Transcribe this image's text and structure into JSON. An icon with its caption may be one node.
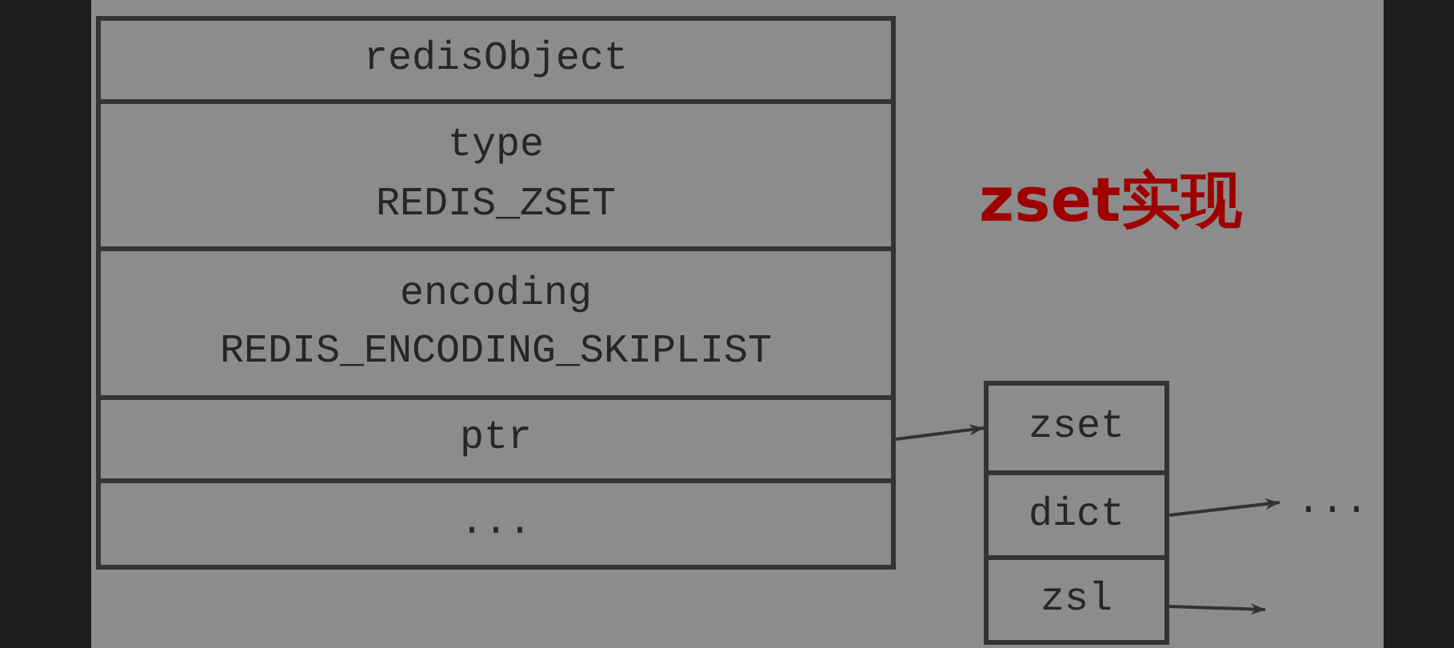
{
  "diagram": {
    "nodes": [
      {
        "text": [
          "redisObject"
        ]
      },
      {
        "text": [
          "type",
          "REDIS_ZSET"
        ]
      },
      {
        "text": [
          "encoding",
          "REDIS_ENCODING_SKIPLIST"
        ]
      },
      {
        "text": [
          "ptr"
        ]
      },
      {
        "text": [
          "..."
        ]
      },
      {
        "text": [
          "zset"
        ]
      },
      {
        "text": [
          "dict"
        ]
      },
      {
        "text": [
          "zsl"
        ]
      },
      {
        "text": [
          "..."
        ]
      }
    ],
    "edges": [
      {
        "from": 3,
        "to": 5,
        "arrow": "to"
      },
      {
        "from": 6,
        "to": 8,
        "arrow": "to"
      },
      {
        "from": 7,
        "to": null,
        "arrow": "to"
      }
    ],
    "labels": [
      "zset实现"
    ]
  }
}
